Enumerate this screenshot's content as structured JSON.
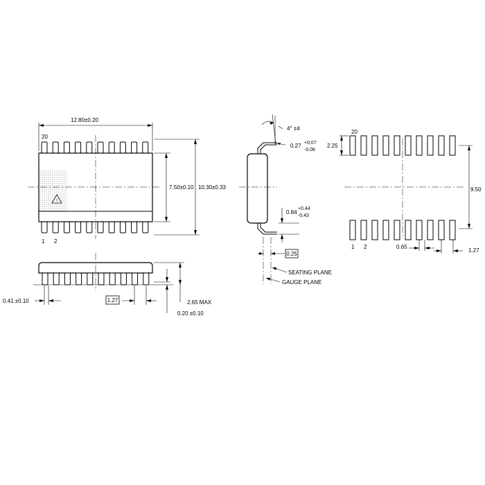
{
  "top_view": {
    "length_dim": "12.80±0.20",
    "body_width_dim": "7.50±0.10",
    "total_width_dim": "10.30±0.33",
    "pin_20_label": "20",
    "pin_1_label": "1",
    "pin_2_label": "2",
    "pin_count_per_side": 10,
    "triangle_mark": "!"
  },
  "side_view": {
    "lead_width_dim": "0.41 ±0.10",
    "pitch_dim": "1.27",
    "height_dim": "2.65 MAX",
    "standoff_dim": "0.20 ±0.10",
    "pin_count": 10
  },
  "end_view": {
    "angle_dim": "4° ±4",
    "lead_thickness_base": "0.27",
    "lead_thickness_plus": "+0.07",
    "lead_thickness_minus": "-0.06",
    "foot_length_base": "0.84",
    "foot_length_plus": "+0.44",
    "foot_length_minus": "-0.43",
    "gauge_dim": "0.25",
    "seating_plane_label": "SEATING PLANE",
    "gauge_plane_label": "GAUGE PLANE"
  },
  "footprint": {
    "pad_length_dim": "2.25",
    "row_spacing_dim": "9.50",
    "pad_width_dim": "0.65",
    "pitch_dim": "1.27",
    "pin_20_label": "20",
    "pin_1_label": "1",
    "pin_2_label": "2",
    "pad_count_per_row": 10
  }
}
